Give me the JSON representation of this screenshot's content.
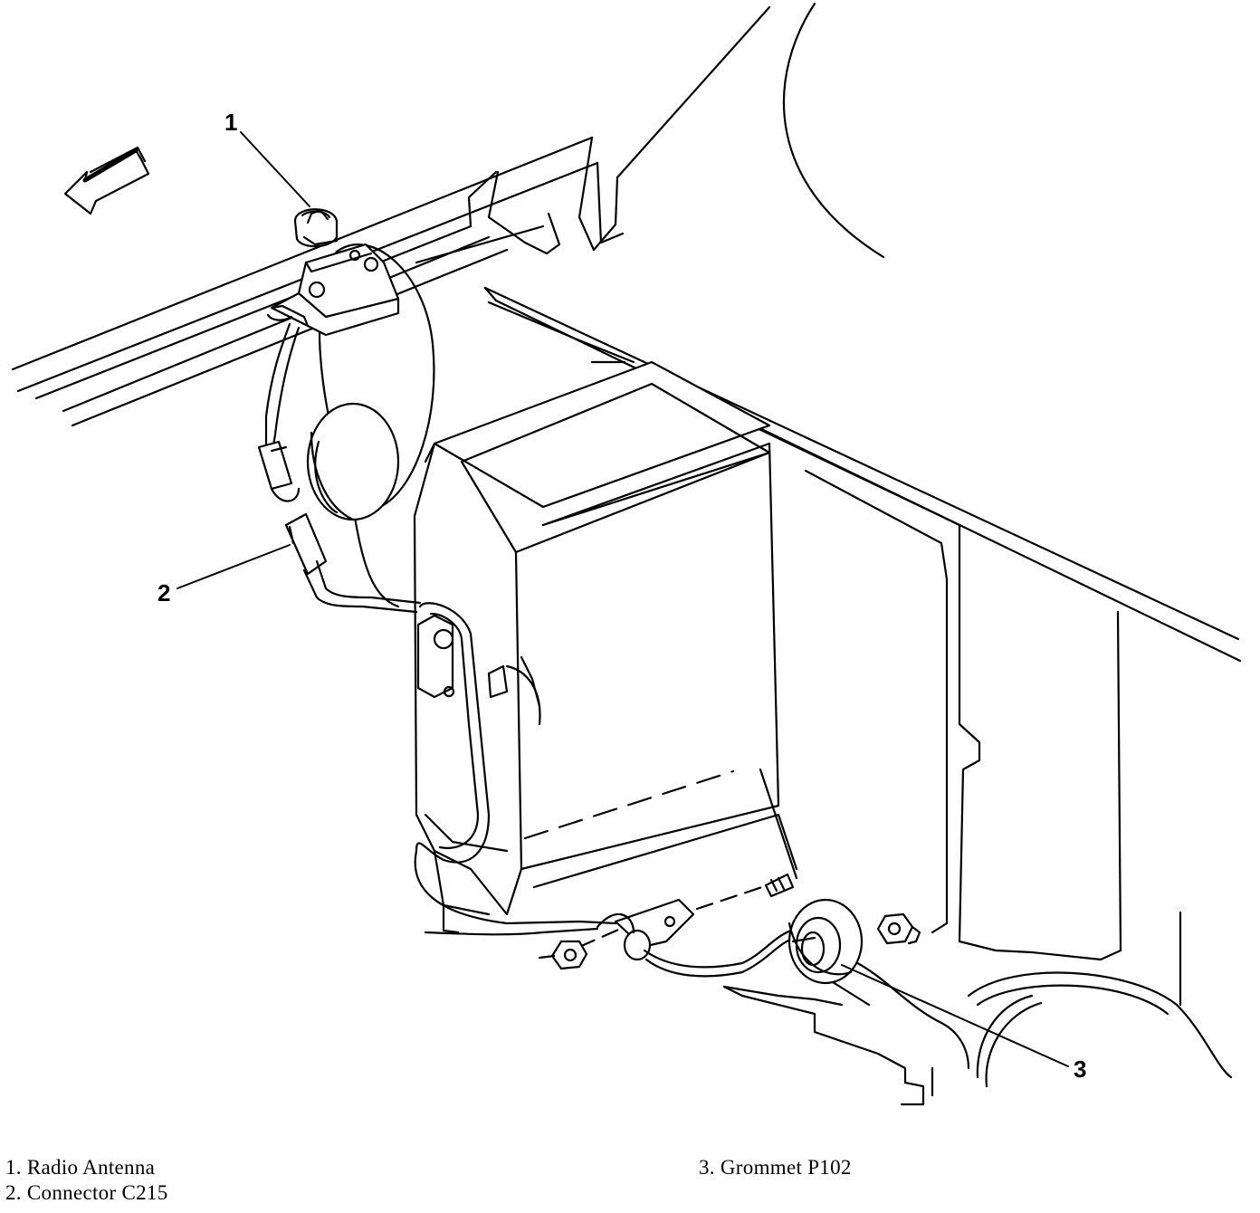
{
  "callouts": [
    {
      "number": "1"
    },
    {
      "number": "2"
    },
    {
      "number": "3"
    }
  ],
  "legend": {
    "left": [
      "1. Radio Antenna",
      "2. Connector C215"
    ],
    "right": [
      "3. Grommet P102"
    ]
  },
  "icons": {
    "direction_arrow": "front-direction-arrow-icon"
  }
}
